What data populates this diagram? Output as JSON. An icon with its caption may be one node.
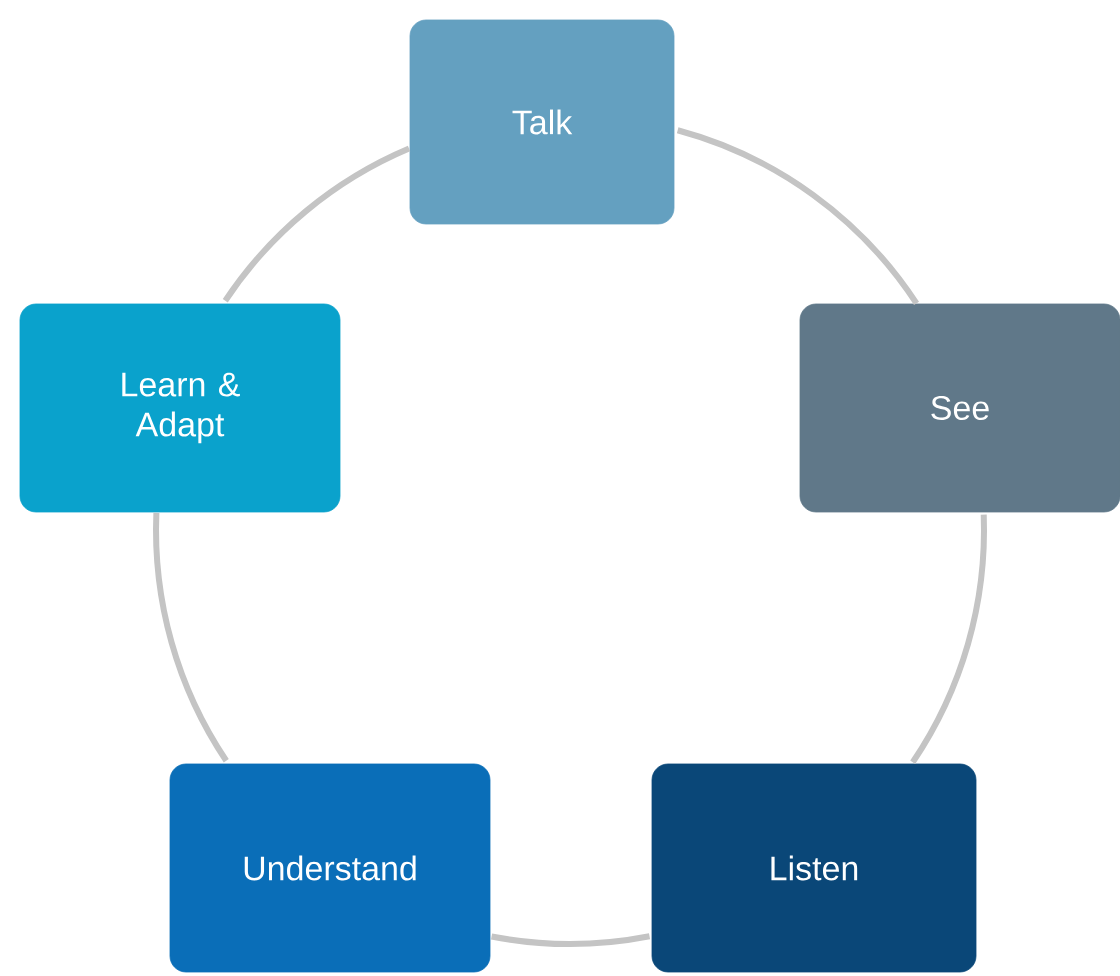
{
  "diagram": {
    "nodes": [
      {
        "text": [
          "Talk"
        ]
      },
      {
        "text": [
          "See"
        ]
      },
      {
        "text": [
          "Listen"
        ]
      },
      {
        "text": [
          "Understand"
        ]
      },
      {
        "text": [
          "Learn & Adapt"
        ]
      }
    ],
    "edges": [
      {
        "from": 0,
        "to": 1,
        "arrow": "none"
      },
      {
        "from": 1,
        "to": 2,
        "arrow": "none"
      },
      {
        "from": 2,
        "to": 3,
        "arrow": "none"
      },
      {
        "from": 3,
        "to": 4,
        "arrow": "none"
      },
      {
        "from": 4,
        "to": 0,
        "arrow": "none"
      }
    ]
  }
}
